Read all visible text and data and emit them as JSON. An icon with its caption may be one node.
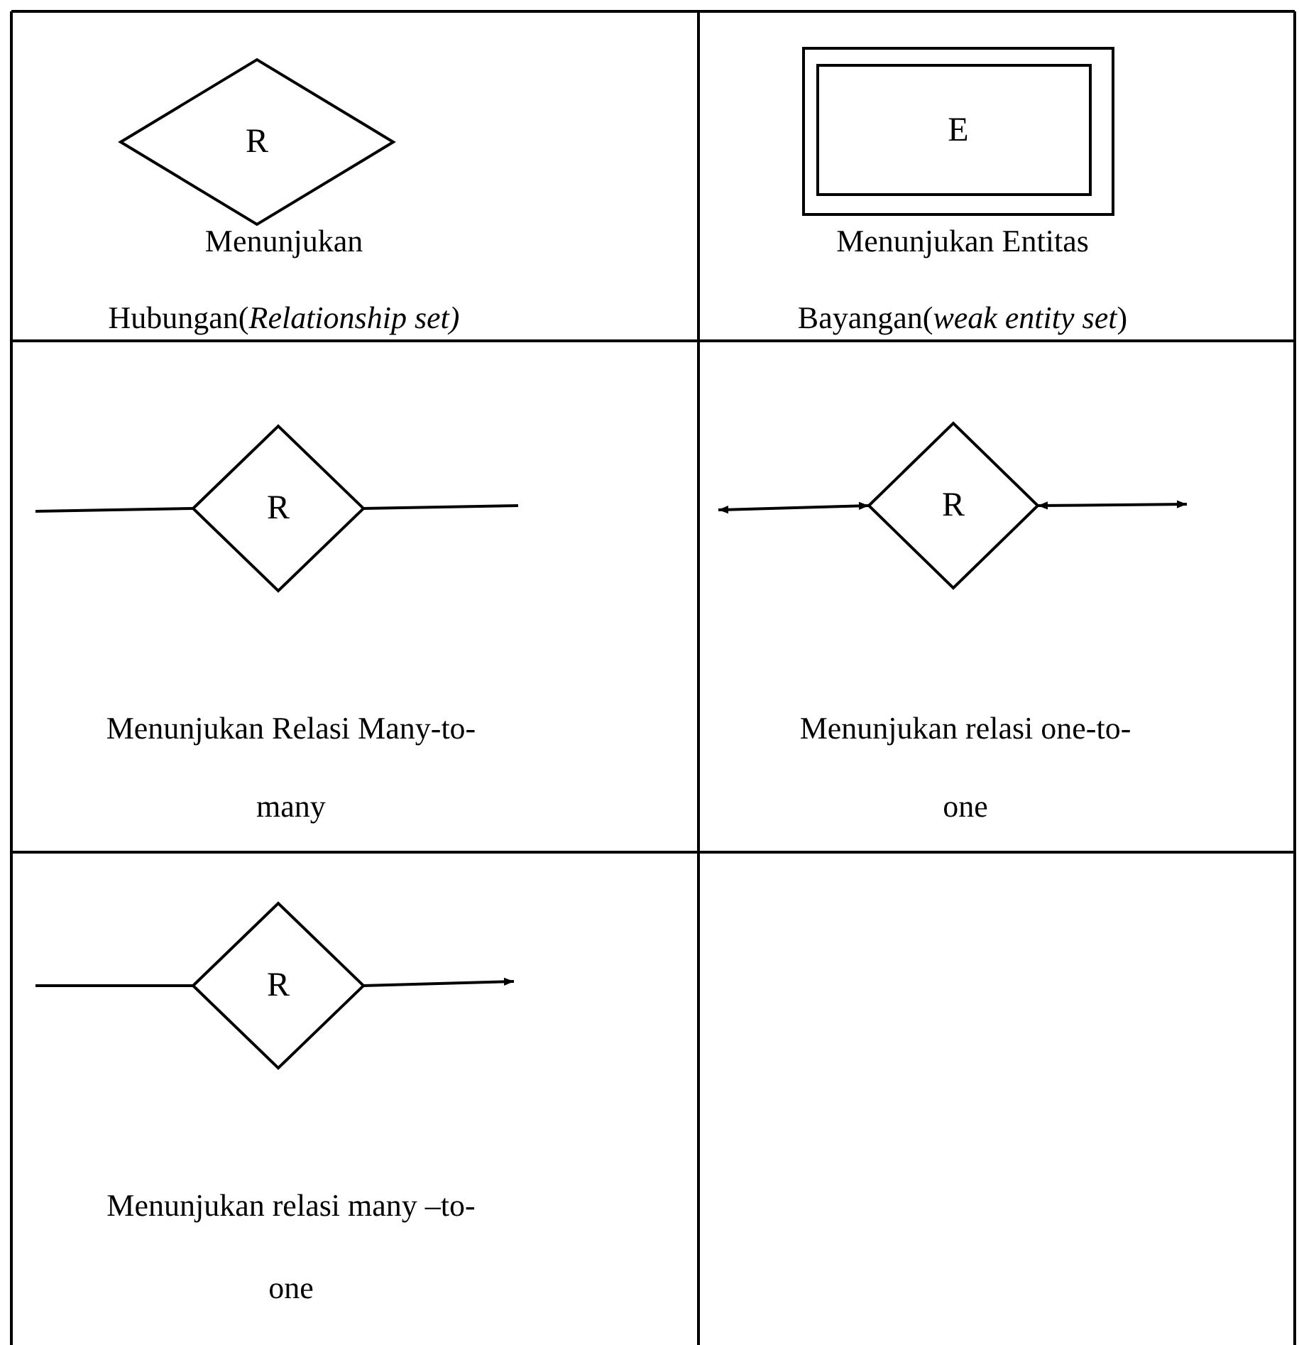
{
  "diagram": {
    "nodes": [
      {
        "text": [
          "R"
        ]
      },
      {
        "text": [
          "E"
        ]
      },
      {
        "text": [
          "R"
        ]
      },
      {
        "text": [
          "R"
        ]
      },
      {
        "text": [
          "R"
        ]
      }
    ],
    "edges": [
      {
        "from": null,
        "to": 2,
        "arrow": "none"
      },
      {
        "from": 2,
        "to": null,
        "arrow": "none"
      },
      {
        "from": null,
        "to": 3,
        "arrow": "both"
      },
      {
        "from": 3,
        "to": null,
        "arrow": "both"
      },
      {
        "from": null,
        "to": 4,
        "arrow": "none"
      },
      {
        "from": 4,
        "to": null,
        "arrow": "to"
      }
    ],
    "labels": [
      "Menunjukan Hubungan(*Relationship  set)*",
      "Menunjukan Entitas Bayangan(*weak entity set*)",
      "Menunjukan Relasi Many-to-many",
      "Menunjukan relasi one-to-one",
      "Menunjukan relasi many –to-one"
    ]
  }
}
